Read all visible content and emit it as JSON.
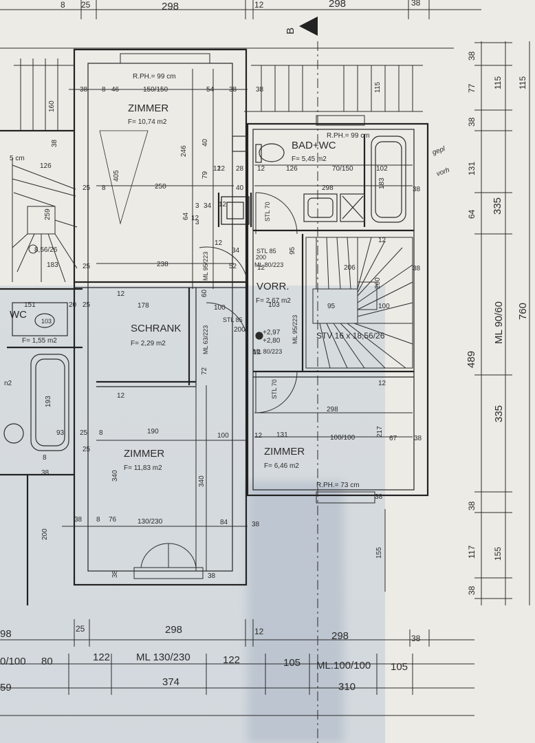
{
  "section_marker": "B",
  "top_dims": [
    "8",
    "25",
    "298",
    "12",
    "298",
    "38"
  ],
  "rooms": {
    "zimmer_top": {
      "name": "ZIMMER",
      "area": "F= 10,74 m2",
      "rph": "R.PH.= 99 cm",
      "window": "150/150"
    },
    "bad_wc": {
      "name": "BAD+WC",
      "area": "F= 5,45 m2",
      "rph": "R.PH.= 99 cm"
    },
    "schrank": {
      "name": "SCHRANK",
      "area": "F= 2,29 m2"
    },
    "vorr": {
      "name": "VORR.",
      "area": "F= 2,67 m2"
    },
    "stairs": {
      "label": "STV 16 x 18,56/26"
    },
    "zimmer_bottom_left": {
      "name": "ZIMMER",
      "area": "F= 11,83 m2",
      "window": "130/230"
    },
    "zimmer_bottom_right": {
      "name": "ZIMMER",
      "area": "F= 6,46 m2",
      "rph": "R.PH.= 73 cm",
      "window": "100/100"
    },
    "wc_left": {
      "name": "WC",
      "area": "F= 1,55 m2"
    },
    "left_stairs": {
      "label": "8,56/26"
    }
  },
  "levels": {
    "top": "+2,97",
    "bottom": "+2,80"
  },
  "doors": {
    "stl85_top": "STL 85",
    "stl85_mid": "STL 85",
    "stl70_top": "STL 70",
    "stl70_bot": "STL 70",
    "ml80_top": "ML 80/223",
    "ml80_bot": "ML 80/223",
    "ml95_1": "ML 95/223",
    "ml95_2": "ML 95/223",
    "ml63": "ML 63/223"
  },
  "interior_dims": {
    "d38a": "38",
    "d8a": "8",
    "d46": "46",
    "d54": "54",
    "d38b": "38",
    "d115a": "115",
    "d246": "246",
    "d405": "405",
    "d250": "250",
    "d238": "238",
    "d40": "40",
    "d79": "79",
    "d12a": "12",
    "d28": "28",
    "d12b": "12",
    "d126": "126",
    "d70_150": "70/150",
    "d102": "102",
    "d183": "183",
    "d131": "131",
    "d298a": "298",
    "d64a": "64",
    "d3a": "3",
    "d3b": "3",
    "d34a": "34",
    "d95a": "95",
    "d34b": "34",
    "d52": "52",
    "d200a": "200",
    "d206": "206",
    "d260": "260",
    "d95b": "95",
    "d100a": "100",
    "d100b": "100",
    "d103": "103",
    "d200b": "200",
    "d178": "178",
    "d60": "60",
    "d72": "72",
    "d298b": "298",
    "d131b": "131",
    "d100_100": "100/100",
    "d217": "217",
    "d67": "67",
    "d38c": "38",
    "d190": "190",
    "d100c": "100",
    "d340a": "340",
    "d340b": "340",
    "d38d": "38",
    "d8b": "8",
    "d76": "76",
    "d84": "84",
    "d38e": "38",
    "d155a": "155",
    "d200c": "200",
    "d38f": "38",
    "d160": "160",
    "d38g": "38",
    "d126b": "126",
    "d259": "259",
    "d183b": "183",
    "d151": "151",
    "d103b": "103",
    "d20": "20",
    "d25a": "25",
    "d193": "193",
    "d93": "93",
    "d25b": "25",
    "d25c": "25",
    "d25d": "25",
    "d8c": "8",
    "d8d": "8",
    "d12c": "12",
    "d12d": "12",
    "d12e": "12",
    "d12f": "12",
    "d38h": "38",
    "d12g": "12",
    "d12h": "12",
    "d38i": "38",
    "d12i": "12",
    "d12j": "12",
    "d95c": "95",
    "d12k": "12",
    "d25e": "25",
    "d8e": "8",
    "d38j": "38",
    "d38k": "38",
    "d38l": "38",
    "d12l": "12",
    "d12m": "12",
    "d38m": "38"
  },
  "right_dims": {
    "r38a": "38",
    "r77": "77",
    "r115a": "115",
    "r38b": "38",
    "r115b": "115",
    "r131": "131",
    "r64": "64",
    "r335a": "335",
    "r489": "489",
    "r335b": "335",
    "r760": "760",
    "r_ml": "ML 90/60",
    "r38c": "38",
    "r117": "117",
    "r155": "155",
    "r38d": "38"
  },
  "bottom_dims": {
    "b98": "98",
    "b25": "25",
    "b298a": "298",
    "b12": "12",
    "b298b": "298",
    "b38": "38",
    "b100": "0/100",
    "b80": "80",
    "b122a": "122",
    "b_ml1": "ML 130/230",
    "b122b": "122",
    "b105a": "105",
    "b_ml2": "ML.100/100",
    "b105b": "105",
    "b59": "59",
    "b374": "374",
    "b310": "310"
  },
  "misc": {
    "cm": "5 cm",
    "n2": "n2",
    "hand1": "gepl",
    "hand2": "vorh"
  }
}
